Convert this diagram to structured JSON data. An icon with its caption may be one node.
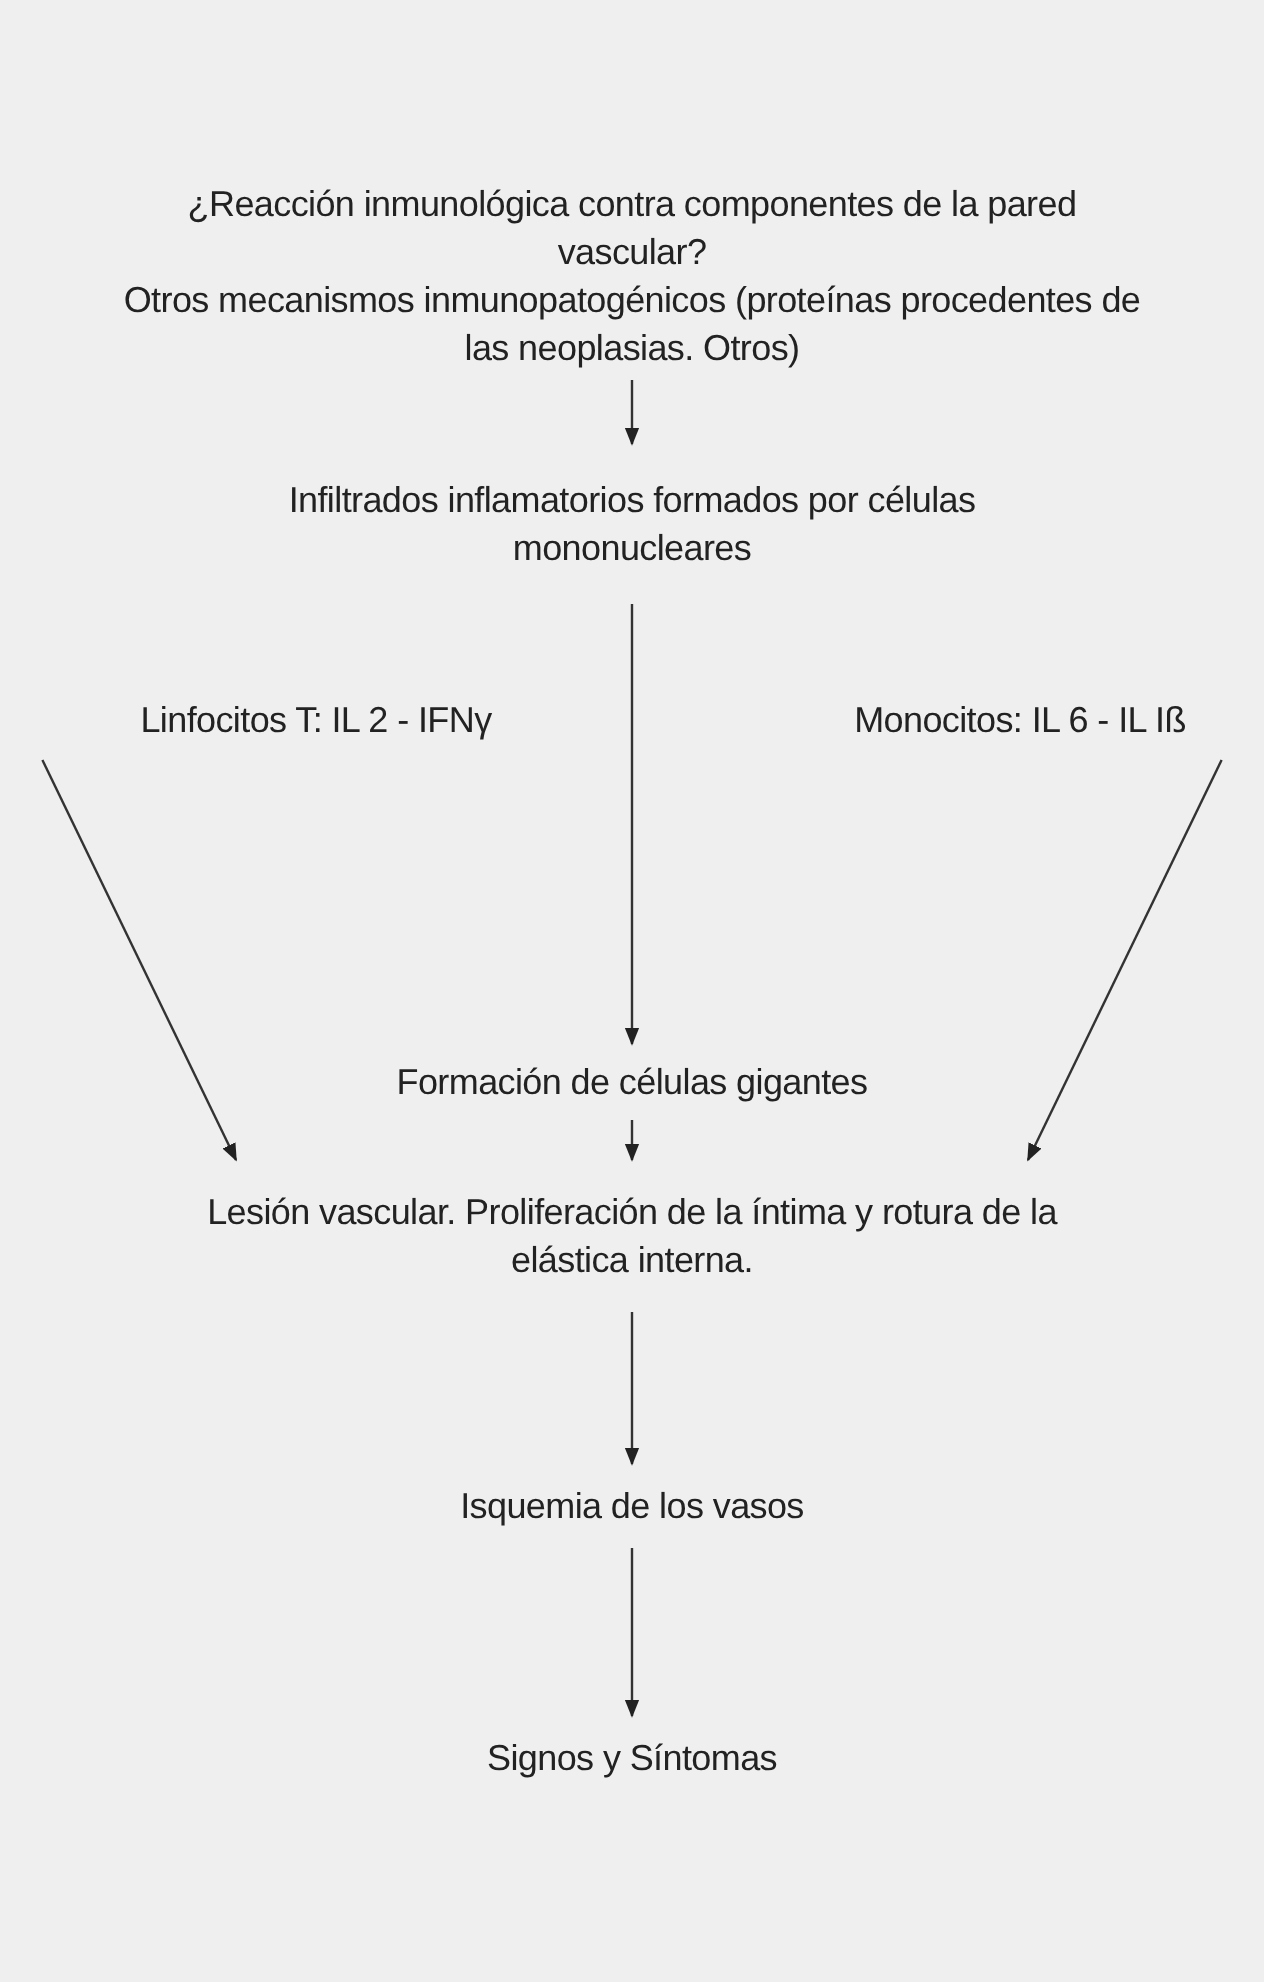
{
  "diagram": {
    "nodes": [
      {
        "text": [
          "¿Reacción inmunológica contra componentes de la pared vascular?",
          "Otros mecanismos inmunopatogénicos (proteínas procedentes de las neoplasias. Otros)"
        ]
      },
      {
        "text": [
          "Infiltrados inflamatorios formados por células mononucleares"
        ]
      },
      {
        "text": [
          "Linfocitos T: IL 2 - IFNγ"
        ]
      },
      {
        "text": [
          "Monocitos: IL 6 - IL Iß"
        ]
      },
      {
        "text": [
          "Formación de células gigantes"
        ]
      },
      {
        "text": [
          "Lesión vascular. Proliferación de la íntima y rotura de la elástica interna."
        ]
      },
      {
        "text": [
          "Isquemia de los vasos"
        ]
      },
      {
        "text": [
          "Signos y Síntomas"
        ]
      }
    ],
    "edges": [
      {
        "from": 0,
        "to": 1,
        "arrow": "to"
      },
      {
        "from": 1,
        "to": 4,
        "arrow": "to"
      },
      {
        "from": 2,
        "to": 5,
        "arrow": "to"
      },
      {
        "from": 3,
        "to": 5,
        "arrow": "to"
      },
      {
        "from": 4,
        "to": 5,
        "arrow": "to"
      },
      {
        "from": 5,
        "to": 6,
        "arrow": "to"
      },
      {
        "from": 6,
        "to": 7,
        "arrow": "to"
      }
    ]
  }
}
